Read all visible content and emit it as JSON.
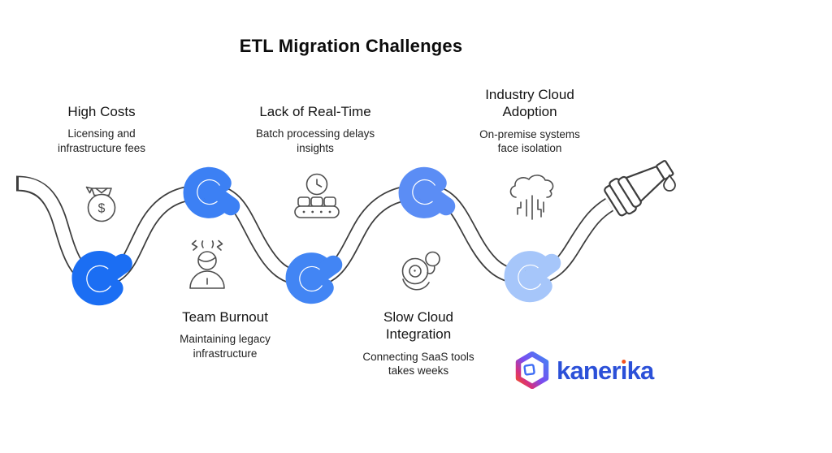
{
  "title": "ETL Migration Challenges",
  "challenges": [
    {
      "title": "High Costs",
      "description": "Licensing and\ninfrastructure fees",
      "icon": "money-bag-icon",
      "knot_color": "#1b6ef3"
    },
    {
      "title": "Team Burnout",
      "description": "Maintaining legacy\ninfrastructure",
      "icon": "stressed-person-icon",
      "knot_color": "#3c80f4"
    },
    {
      "title": "Lack of Real-Time",
      "description": "Batch processing delays\ninsights",
      "icon": "batch-conveyor-clock-icon",
      "knot_color": "#4285f4"
    },
    {
      "title": "Slow Cloud\nIntegration",
      "description": "Connecting SaaS tools\ntakes weeks",
      "icon": "snail-icon",
      "knot_color": "#5b8df5"
    },
    {
      "title": "Industry Cloud\nAdoption",
      "description": "On-premise systems\nface isolation",
      "icon": "cloud-circuit-icon",
      "knot_color": "#a6c6fa"
    }
  ],
  "icons": {
    "dollar_symbol": "$"
  },
  "brand": {
    "name": "kanerika",
    "text_before_i": "kaner",
    "i_char": "ı",
    "text_after_i": "ka",
    "wordmark_color": "#2b50d8",
    "accent_color": "#f4511e"
  },
  "hose": {
    "line_color": "#3d3d3d",
    "fill_color": "#ffffff"
  }
}
